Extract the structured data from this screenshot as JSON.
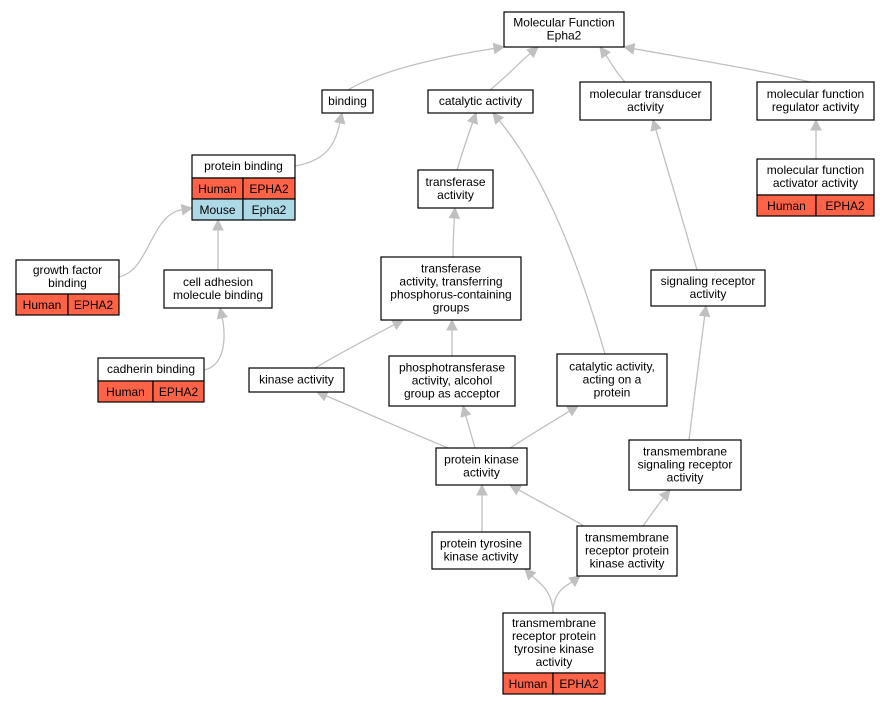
{
  "colors": {
    "edge": "#c0c0c0",
    "human": "#ff6347",
    "mouse": "#add8e6",
    "border": "#000000",
    "box": "#ffffff"
  },
  "nodes": {
    "root": {
      "lines": [
        "Molecular Function",
        "Epha2"
      ]
    },
    "binding": {
      "lines": [
        "binding"
      ]
    },
    "catalytic": {
      "lines": [
        "catalytic activity"
      ]
    },
    "transducer": {
      "lines": [
        "molecular transducer",
        "activity"
      ]
    },
    "regulator": {
      "lines": [
        "molecular function",
        "regulator activity"
      ]
    },
    "protbind": {
      "lines": [
        "protein binding"
      ],
      "annotations": [
        [
          "Human",
          "EPHA2"
        ],
        [
          "Mouse",
          "Epha2"
        ]
      ]
    },
    "transferase": {
      "lines": [
        "transferase",
        "activity"
      ]
    },
    "activator": {
      "lines": [
        "molecular function",
        "activator activity"
      ],
      "annotations": [
        [
          "Human",
          "EPHA2"
        ]
      ]
    },
    "growth": {
      "lines": [
        "growth factor",
        "binding"
      ],
      "annotations": [
        [
          "Human",
          "EPHA2"
        ]
      ]
    },
    "celladh": {
      "lines": [
        "cell adhesion",
        "molecule binding"
      ]
    },
    "transphos": {
      "lines": [
        "transferase",
        "activity, transferring",
        "phosphorus-containing",
        "groups"
      ]
    },
    "sigrec": {
      "lines": [
        "signaling receptor",
        "activity"
      ]
    },
    "cadherin": {
      "lines": [
        "cadherin binding"
      ],
      "annotations": [
        [
          "Human",
          "EPHA2"
        ]
      ]
    },
    "kinase": {
      "lines": [
        "kinase activity"
      ]
    },
    "phosphoalc": {
      "lines": [
        "phosphotransferase",
        "activity, alcohol",
        "group as acceptor"
      ]
    },
    "catprot": {
      "lines": [
        "catalytic activity,",
        "acting on a",
        "protein"
      ]
    },
    "protkin": {
      "lines": [
        "protein kinase",
        "activity"
      ]
    },
    "tmsig": {
      "lines": [
        "transmembrane",
        "signaling receptor",
        "activity"
      ]
    },
    "ptk": {
      "lines": [
        "protein tyrosine",
        "kinase activity"
      ]
    },
    "tmrpk": {
      "lines": [
        "transmembrane",
        "receptor protein",
        "kinase activity"
      ]
    },
    "tmrptk": {
      "lines": [
        "transmembrane",
        "receptor protein",
        "tyrosine kinase",
        "activity"
      ],
      "annotations": [
        [
          "Human",
          "EPHA2"
        ]
      ]
    }
  },
  "edges": [
    [
      "binding",
      "root"
    ],
    [
      "catalytic",
      "root"
    ],
    [
      "transducer",
      "root"
    ],
    [
      "regulator",
      "root"
    ],
    [
      "protbind",
      "binding"
    ],
    [
      "transferase",
      "catalytic"
    ],
    [
      "activator",
      "regulator"
    ],
    [
      "growth",
      "protbind"
    ],
    [
      "celladh",
      "protbind"
    ],
    [
      "transphos",
      "transferase"
    ],
    [
      "sigrec",
      "transducer"
    ],
    [
      "cadherin",
      "celladh"
    ],
    [
      "kinase",
      "transphos"
    ],
    [
      "phosphoalc",
      "transphos"
    ],
    [
      "catprot",
      "catalytic"
    ],
    [
      "protkin",
      "kinase"
    ],
    [
      "protkin",
      "phosphoalc"
    ],
    [
      "protkin",
      "catprot"
    ],
    [
      "tmsig",
      "sigrec"
    ],
    [
      "ptk",
      "protkin"
    ],
    [
      "tmrpk",
      "protkin"
    ],
    [
      "tmrpk",
      "tmsig"
    ],
    [
      "tmrptk",
      "ptk"
    ],
    [
      "tmrptk",
      "tmrpk"
    ]
  ]
}
